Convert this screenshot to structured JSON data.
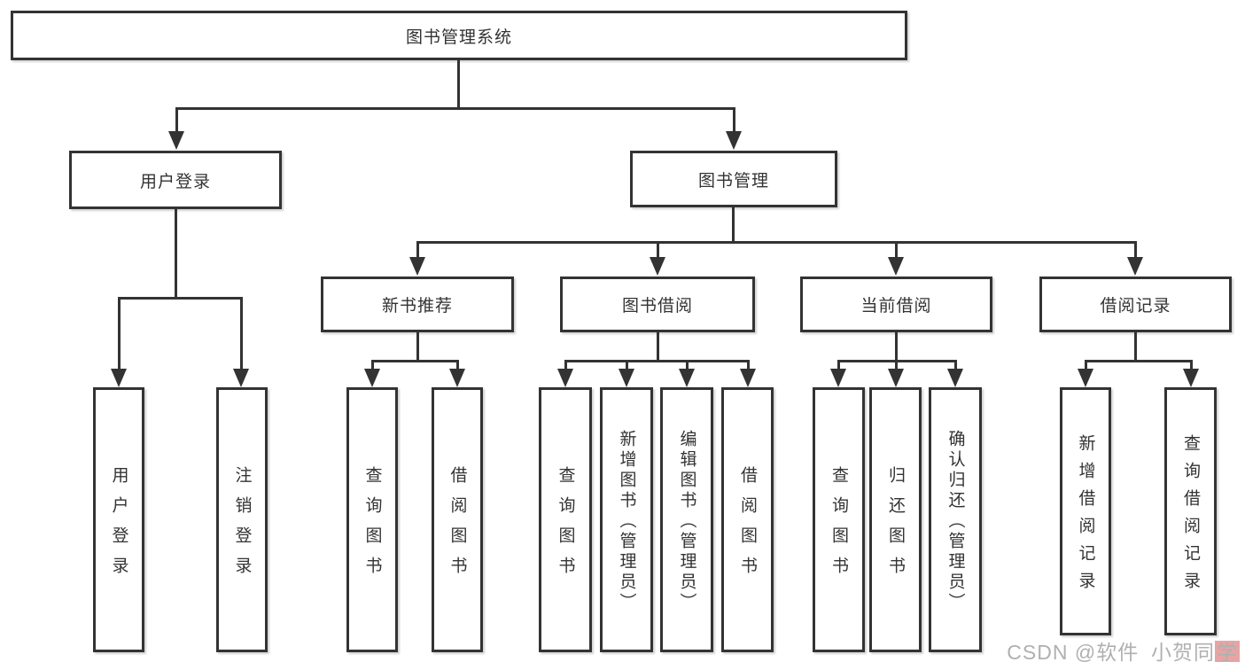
{
  "diagram_type": "hierarchy-tree",
  "tree": {
    "label": "图书管理系统",
    "children": [
      {
        "label": "用户登录",
        "children": [
          {
            "label": "用户登录"
          },
          {
            "label": "注销登录"
          }
        ]
      },
      {
        "label": "图书管理",
        "children": [
          {
            "label": "新书推荐",
            "children": [
              {
                "label": "查询图书"
              },
              {
                "label": "借阅图书"
              }
            ]
          },
          {
            "label": "图书借阅",
            "children": [
              {
                "label": "查询图书"
              },
              {
                "label": "新增图书（管理员）"
              },
              {
                "label": "编辑图书（管理员）"
              },
              {
                "label": "借阅图书"
              }
            ]
          },
          {
            "label": "当前借阅",
            "children": [
              {
                "label": "查询图书"
              },
              {
                "label": "归还图书"
              },
              {
                "label": "确认归还（管理员）"
              }
            ]
          },
          {
            "label": "借阅记录",
            "children": [
              {
                "label": "新增借阅记录"
              },
              {
                "label": "查询借阅记录"
              }
            ]
          }
        ]
      }
    ]
  },
  "watermark": {
    "text_main": "CSDN @软件_小贺同",
    "text_accent": "学"
  },
  "colors": {
    "line": "#333333",
    "box_border": "#333333",
    "text": "#333333",
    "background": "#ffffff",
    "watermark_text": "#b0b0b0",
    "watermark_accent_bg": "#e8a4a4"
  }
}
